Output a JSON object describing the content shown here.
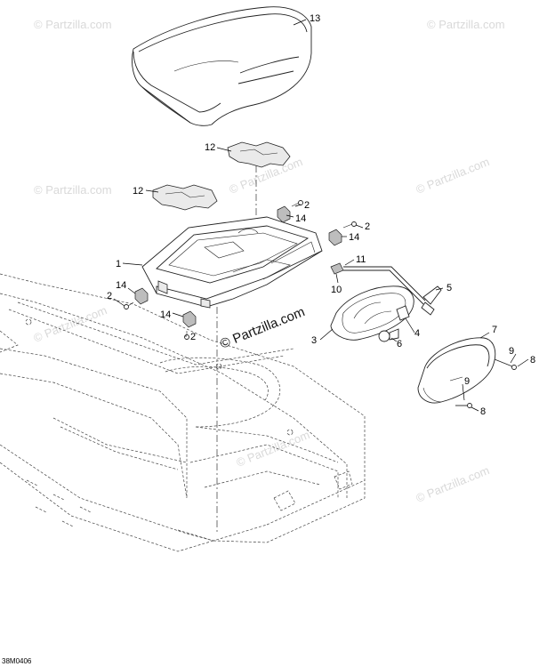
{
  "watermark": {
    "text": "© Partzilla.com",
    "main_text": "© Partzilla.com"
  },
  "diagram_code": "38M0406",
  "callouts": [
    {
      "id": "c13",
      "label": "13"
    },
    {
      "id": "c12a",
      "label": "12"
    },
    {
      "id": "c12b",
      "label": "12"
    },
    {
      "id": "c2a",
      "label": "2"
    },
    {
      "id": "c14a",
      "label": "14"
    },
    {
      "id": "c2b",
      "label": "2"
    },
    {
      "id": "c14b",
      "label": "14"
    },
    {
      "id": "c1",
      "label": "1"
    },
    {
      "id": "c11",
      "label": "11"
    },
    {
      "id": "c10",
      "label": "10"
    },
    {
      "id": "c5",
      "label": "5"
    },
    {
      "id": "c14c",
      "label": "14"
    },
    {
      "id": "c2c",
      "label": "2"
    },
    {
      "id": "c14d",
      "label": "14"
    },
    {
      "id": "c2d",
      "label": "2"
    },
    {
      "id": "c3",
      "label": "3"
    },
    {
      "id": "c4",
      "label": "4"
    },
    {
      "id": "c6",
      "label": "6"
    },
    {
      "id": "c7",
      "label": "7"
    },
    {
      "id": "c9a",
      "label": "9"
    },
    {
      "id": "c8a",
      "label": "8"
    },
    {
      "id": "c9b",
      "label": "9"
    },
    {
      "id": "c8b",
      "label": "8"
    }
  ]
}
